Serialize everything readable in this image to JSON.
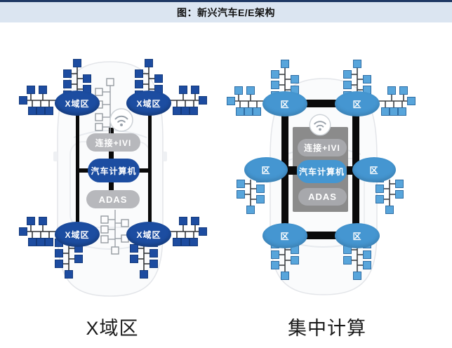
{
  "header": {
    "title": "图：新兴汽车E/E架构"
  },
  "left": {
    "caption": "X域区",
    "zones": [
      "X域区",
      "X域区",
      "X域区",
      "X域区"
    ],
    "stack": {
      "connect_ivi": "连接+IVI",
      "computer": "汽车计算机",
      "adas": "ADAS"
    }
  },
  "right": {
    "caption": "集中计算",
    "zones": [
      "区",
      "区",
      "区",
      "区",
      "区",
      "区"
    ],
    "stack": {
      "connect_ivi": "连接+IVI",
      "computer": "汽车计算机",
      "adas": "ADAS"
    }
  },
  "icons": {
    "wifi": "wifi-icon"
  },
  "colors": {
    "header_bg": "#dbe5f1",
    "header_border": "#1f3864",
    "dark_blue": "#1c4da1",
    "light_blue": "#4596d1",
    "gray_pill": "#b7b8bc",
    "gray_panel": "#8b8b8b",
    "bus_line": "#0a0a0a"
  }
}
